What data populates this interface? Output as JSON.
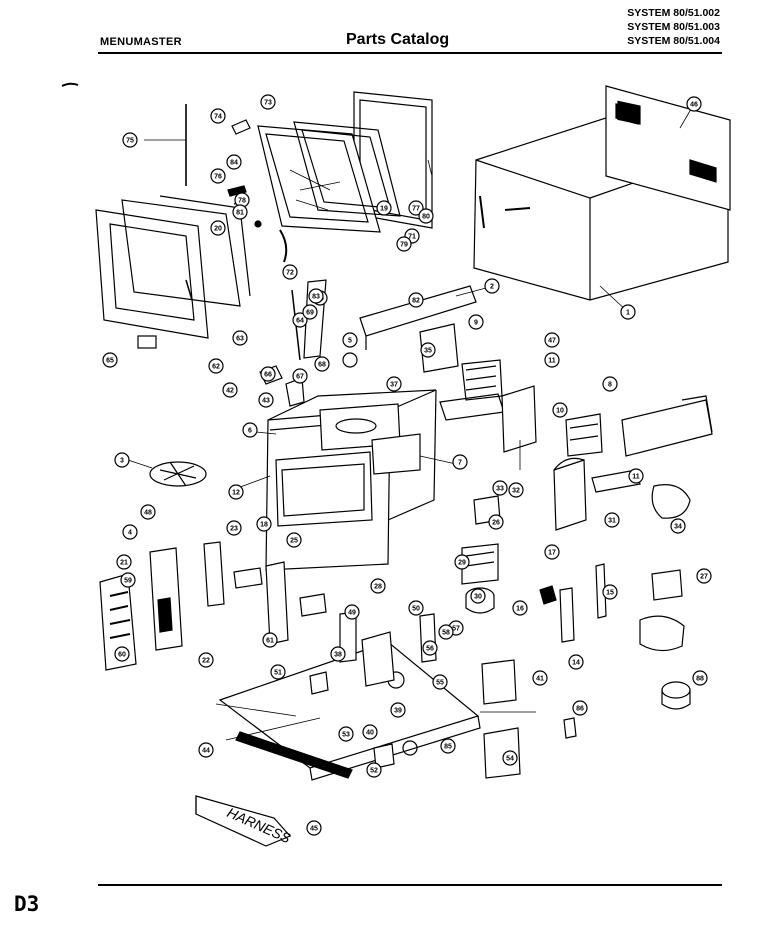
{
  "header": {
    "brand": "MENUMASTER",
    "title": "Parts Catalog",
    "models": [
      "SYSTEM 80/51.002",
      "SYSTEM 80/51.003",
      "SYSTEM 80/51.004"
    ]
  },
  "footer": {
    "page": "D3"
  },
  "diagram": {
    "harness_label": "HARNESS",
    "callouts": [
      "1",
      "2",
      "3",
      "4",
      "5",
      "6",
      "7",
      "8",
      "9",
      "10",
      "11",
      "11",
      "12",
      "14",
      "15",
      "16",
      "17",
      "18",
      "19",
      "20",
      "21",
      "22",
      "23",
      "25",
      "26",
      "27",
      "28",
      "29",
      "30",
      "31",
      "32",
      "33",
      "34",
      "35",
      "37",
      "38",
      "39",
      "40",
      "41",
      "42",
      "43",
      "44",
      "45",
      "46",
      "47",
      "48",
      "49",
      "50",
      "51",
      "52",
      "53",
      "54",
      "55",
      "56",
      "57",
      "58",
      "59",
      "60",
      "61",
      "62",
      "63",
      "64",
      "65",
      "66",
      "67",
      "68",
      "69",
      "70",
      "71",
      "72",
      "73",
      "74",
      "75",
      "76",
      "77",
      "78",
      "79",
      "80",
      "81",
      "82",
      "83",
      "84",
      "85",
      "86",
      "88"
    ]
  }
}
